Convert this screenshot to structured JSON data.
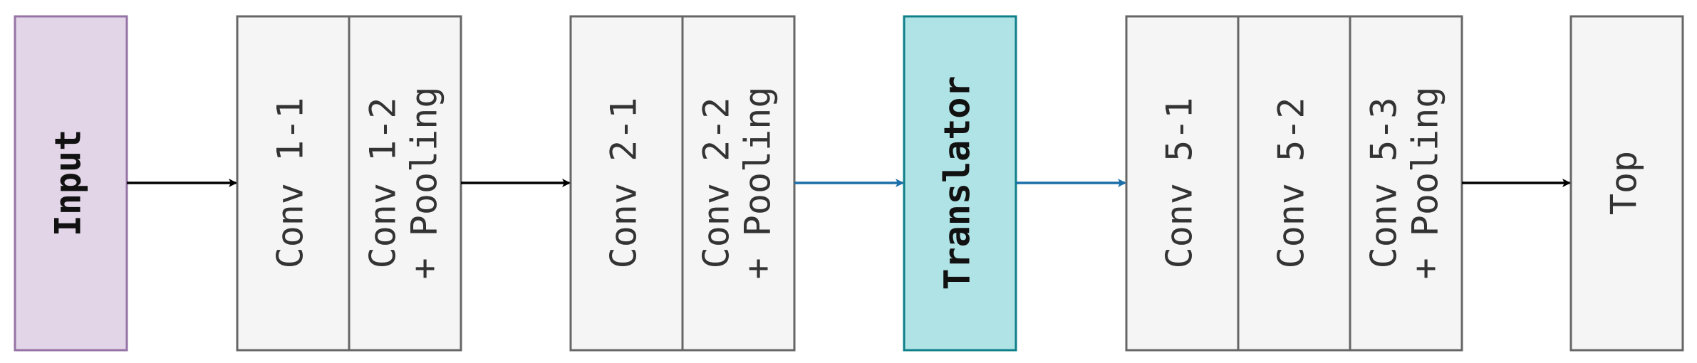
{
  "colors": {
    "input_fill": "#e1d5e7",
    "input_stroke": "#9673a6",
    "block_fill": "#f5f5f5",
    "block_stroke": "#666666",
    "translator_fill": "#b0e3e6",
    "translator_stroke": "#0e8088",
    "arrow_black": "#000000",
    "arrow_blue": "#1b6fa8",
    "text": "#333333"
  },
  "nodes": {
    "input": "Input",
    "conv1_1": "Conv 1-1",
    "conv1_2_line1": "Conv 1-2",
    "conv1_2_line2": "+ Pooling",
    "conv2_1": "Conv 2-1",
    "conv2_2_line1": "Conv 2-2",
    "conv2_2_line2": "+ Pooling",
    "translator": "Translator",
    "conv5_1": "Conv 5-1",
    "conv5_2": "Conv 5-2",
    "conv5_3_line1": "Conv 5-3",
    "conv5_3_line2": "+ Pooling",
    "top": "Top"
  },
  "edges": [
    {
      "from": "input",
      "to": "conv1-group",
      "color": "black"
    },
    {
      "from": "conv1-group",
      "to": "conv2-group",
      "color": "black"
    },
    {
      "from": "conv2-group",
      "to": "translator",
      "color": "blue"
    },
    {
      "from": "translator",
      "to": "conv5-group",
      "color": "blue"
    },
    {
      "from": "conv5-group",
      "to": "top",
      "color": "black"
    }
  ]
}
